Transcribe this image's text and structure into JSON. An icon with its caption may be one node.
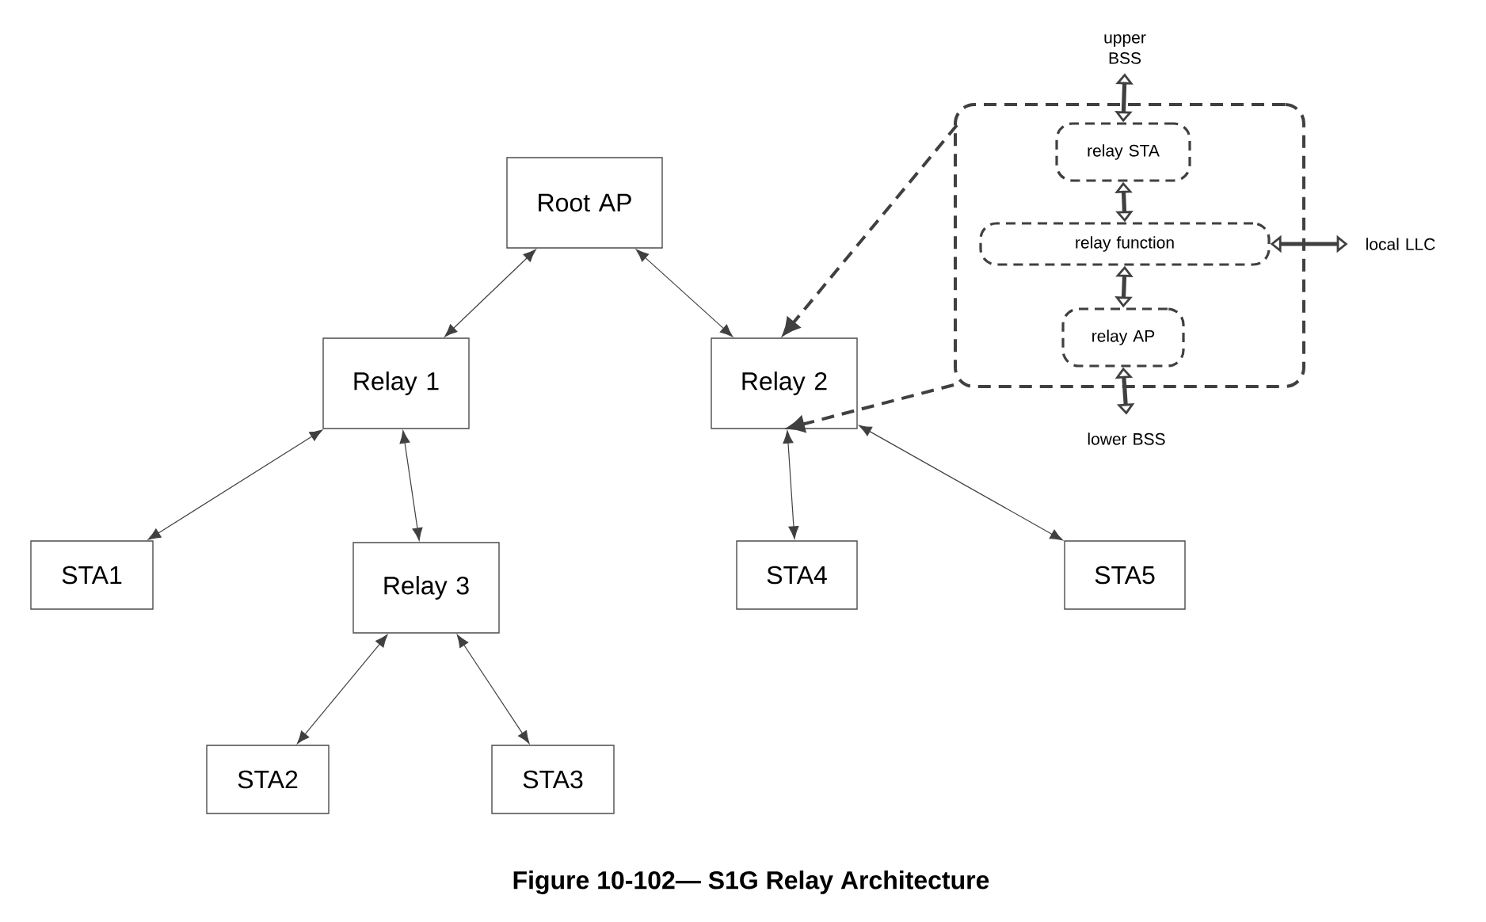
{
  "diagram": {
    "caption": "Figure 10-102— S1G Relay Architecture",
    "nodes": [
      {
        "text": [
          "Root AP"
        ]
      },
      {
        "text": [
          "Relay 1"
        ]
      },
      {
        "text": [
          "Relay 2"
        ]
      },
      {
        "text": [
          "STA1"
        ]
      },
      {
        "text": [
          "Relay 3"
        ]
      },
      {
        "text": [
          "STA4"
        ]
      },
      {
        "text": [
          "STA5"
        ]
      },
      {
        "text": [
          "STA2"
        ]
      },
      {
        "text": [
          "STA3"
        ]
      },
      {
        "text": [],
        "shape": "box"
      },
      {
        "text": [
          "relay STA"
        ],
        "in": 9
      },
      {
        "text": [
          "relay function"
        ],
        "in": 9
      },
      {
        "text": [
          "relay AP"
        ],
        "in": 9
      },
      {
        "text": [
          "upper BSS"
        ]
      },
      {
        "text": [
          "lower BSS"
        ]
      },
      {
        "text": [
          "local LLC"
        ]
      }
    ],
    "edges": [
      {
        "from": 0,
        "to": 1,
        "arrow": "both"
      },
      {
        "from": 0,
        "to": 2,
        "arrow": "both"
      },
      {
        "from": 1,
        "to": 3,
        "arrow": "both"
      },
      {
        "from": 1,
        "to": 4,
        "arrow": "both"
      },
      {
        "from": 2,
        "to": 5,
        "arrow": "both"
      },
      {
        "from": 2,
        "to": 6,
        "arrow": "both"
      },
      {
        "from": 4,
        "to": 7,
        "arrow": "both"
      },
      {
        "from": 4,
        "to": 8,
        "arrow": "both"
      },
      {
        "from": 9,
        "to": 2,
        "arrow": "to",
        "style": "dashed"
      },
      {
        "from": 9,
        "to": 2,
        "arrow": "to",
        "style": "dashed"
      },
      {
        "from": 13,
        "to": 10,
        "arrow": "both",
        "style": "thick"
      },
      {
        "from": 10,
        "to": 11,
        "arrow": "both",
        "style": "thick"
      },
      {
        "from": 11,
        "to": 12,
        "arrow": "both",
        "style": "thick"
      },
      {
        "from": 12,
        "to": 14,
        "arrow": "both",
        "style": "thick"
      },
      {
        "from": 11,
        "to": 15,
        "arrow": "both",
        "style": "thick"
      }
    ]
  }
}
